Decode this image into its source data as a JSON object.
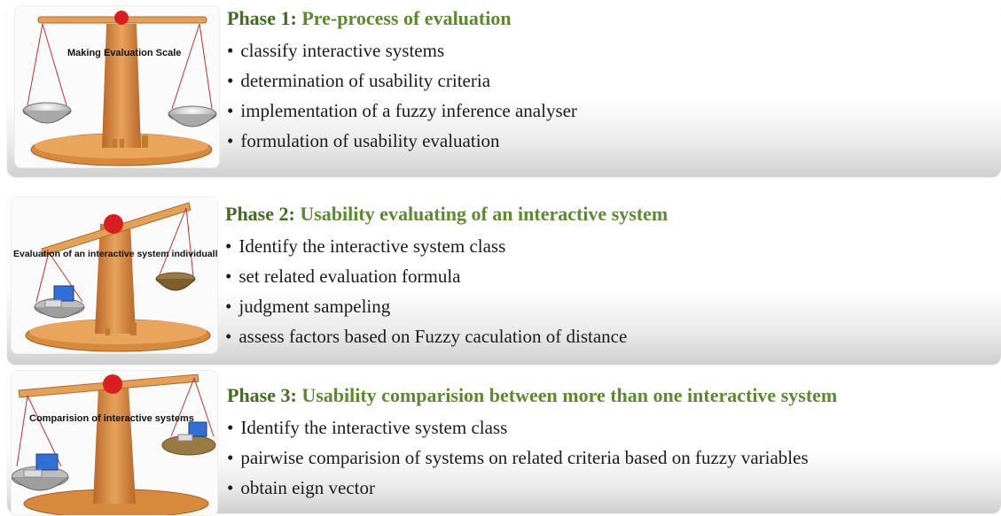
{
  "phases": [
    {
      "number_label": "Phase 1:",
      "title": "Pre-process of evaluation",
      "image_caption": "Making Evaluation Scale",
      "bullets": [
        "classify interactive systems",
        "determination of usability criteria",
        "implementation of a fuzzy inference analyser",
        "formulation of usability evaluation"
      ]
    },
    {
      "number_label": "Phase 2:",
      "title": "Usability evaluating of an interactive system",
      "image_caption": "Evaluation of an interactive system individually",
      "bullets": [
        "Identify the interactive system class",
        "set related evaluation formula",
        "judgment sampeling",
        "assess factors based on Fuzzy caculation of distance"
      ]
    },
    {
      "number_label": "Phase 3:",
      "title": "Usability comparision between more than one interactive system",
      "image_caption": "Comparision of interactive systems",
      "bullets": [
        "Identify the interactive system class",
        "pairwise comparision of systems on related criteria based on fuzzy variables",
        "obtain eign vector"
      ]
    }
  ],
  "colors": {
    "heading_green": "#5c8a2e",
    "wood": "#d9893a",
    "pivot_red": "#d81e1e"
  }
}
